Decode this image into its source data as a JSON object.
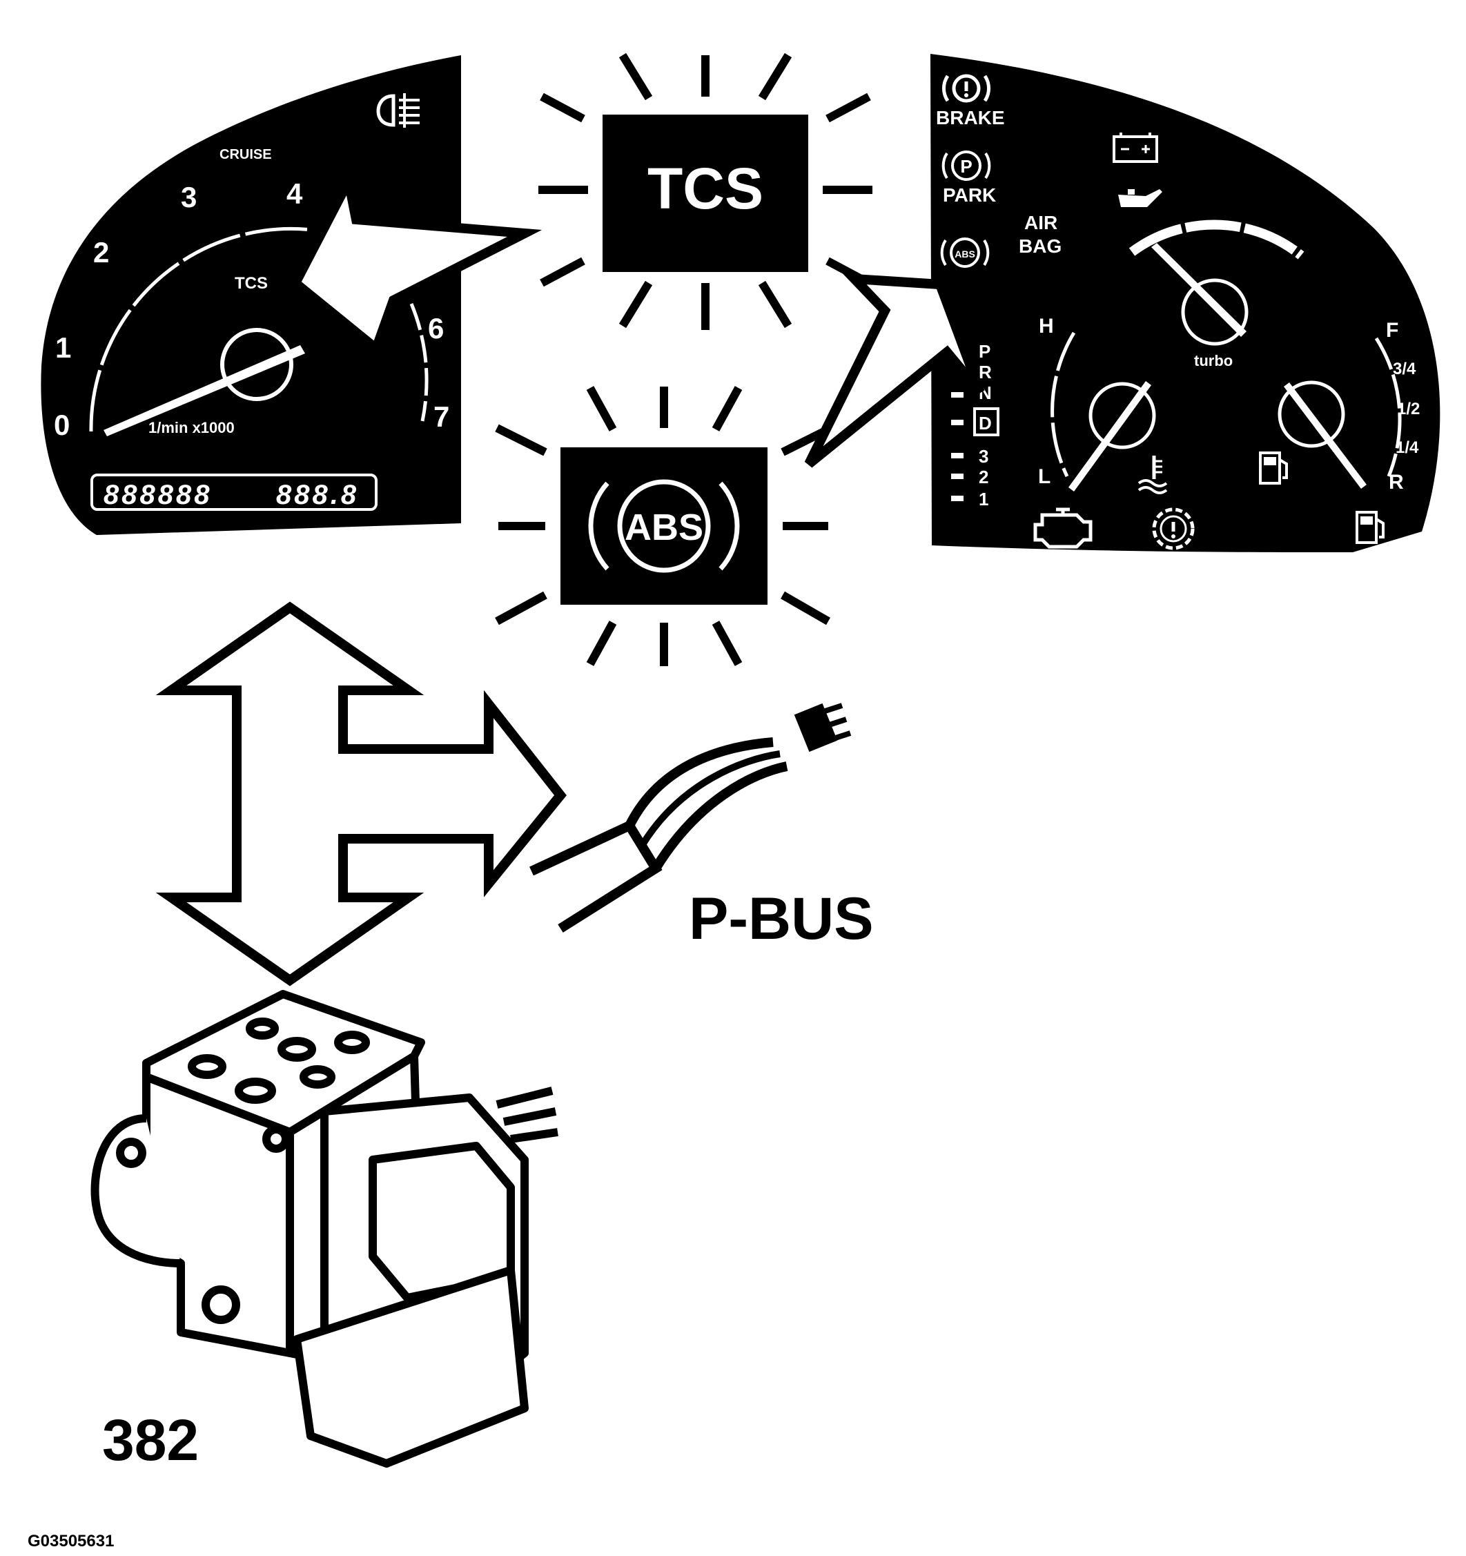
{
  "tachometer": {
    "numbers": [
      "0",
      "1",
      "2",
      "3",
      "4",
      "6",
      "7"
    ],
    "cruise": "CRUISE",
    "tcs": "TCS",
    "unit": "1/min x1000",
    "odometer": "888888",
    "trip": "888.8"
  },
  "indicators": {
    "tcs": "TCS",
    "abs": "ABS"
  },
  "right_cluster": {
    "brake": "BRAKE",
    "park": "PARK",
    "park_symbol": "P",
    "abs_small": "ABS",
    "airbag_line1": "AIR",
    "airbag_line2": "BAG",
    "turbo": "turbo",
    "temp_high": "H",
    "temp_low": "L",
    "gears": [
      "P",
      "R",
      "N",
      "D",
      "3",
      "2",
      "1"
    ],
    "fuel_marks": [
      "F",
      "3/4",
      "1/2",
      "1/4",
      "R"
    ]
  },
  "pbus_label": "P-BUS",
  "module_label": "382",
  "figure_code": "G03505631",
  "colors": {
    "ink": "#000000",
    "paper": "#ffffff"
  },
  "icons": [
    "fog-light-icon",
    "battery-icon",
    "oil-can-icon",
    "check-engine-icon",
    "coolant-temp-icon",
    "fuel-pump-icon",
    "brake-warning-icon",
    "gear-warning-icon"
  ]
}
